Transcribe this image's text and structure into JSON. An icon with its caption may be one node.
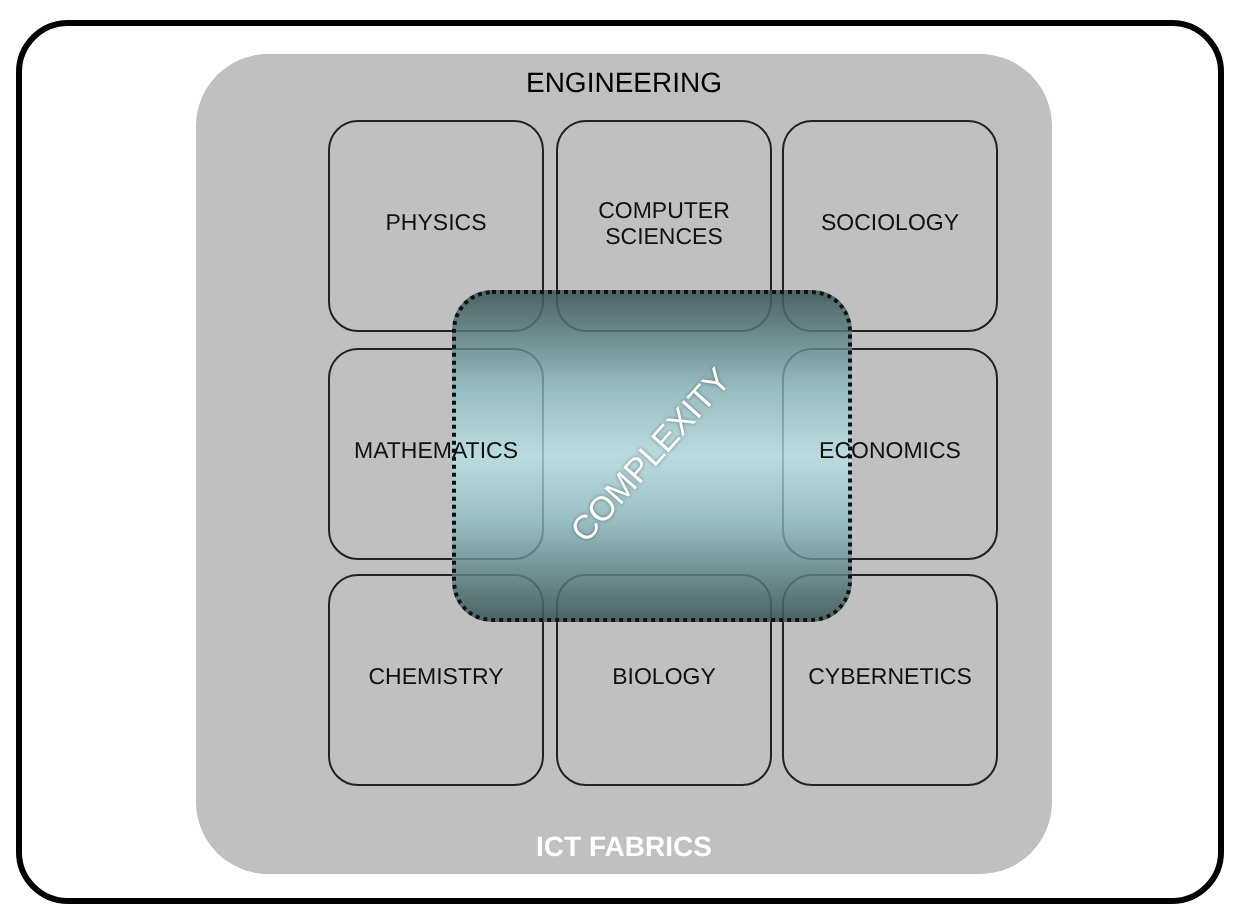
{
  "diagram": {
    "nodes": [
      {
        "text": [
          "ENGINEERING",
          "ICT FABRICS"
        ]
      },
      {
        "text": [
          "PHYSICS"
        ],
        "in": 0
      },
      {
        "text": [
          "COMPUTER SCIENCES"
        ],
        "in": 0
      },
      {
        "text": [
          "SOCIOLOGY"
        ],
        "in": 0
      },
      {
        "text": [
          "MATHEMATICS"
        ],
        "in": 0
      },
      {
        "text": [
          "ECONOMICS"
        ],
        "in": 0
      },
      {
        "text": [
          "CHEMISTRY"
        ],
        "in": 0
      },
      {
        "text": [
          "BIOLOGY"
        ],
        "in": 0
      },
      {
        "text": [
          "CYBERNETICS"
        ],
        "in": 0
      },
      {
        "text": [
          "COMPLEXITY"
        ],
        "in": 0
      }
    ]
  }
}
